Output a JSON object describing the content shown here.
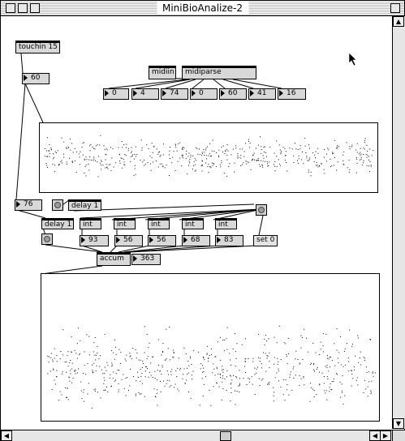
{
  "window": {
    "title": "MiniBioAnalize-2"
  },
  "objects": {
    "touchin": "touchin 15",
    "touch_val": "60",
    "midiin": "midiin",
    "midiparse": "midiparse",
    "midi_values": [
      "0",
      "4",
      "74",
      "0",
      "60",
      "41",
      "16"
    ],
    "num_76": "76",
    "delay_top": "delay 1",
    "delay_left": "delay 1",
    "ints": [
      "int",
      "int",
      "int",
      "int",
      "int"
    ],
    "int_values": [
      "93",
      "56",
      "56",
      "68",
      "83"
    ],
    "set_msg": "set 0",
    "accum": "accum",
    "accum_val": "363"
  },
  "colors": {
    "object_fill": "#d8d8d8",
    "titlebar_stripe": "#bdbdbd"
  }
}
